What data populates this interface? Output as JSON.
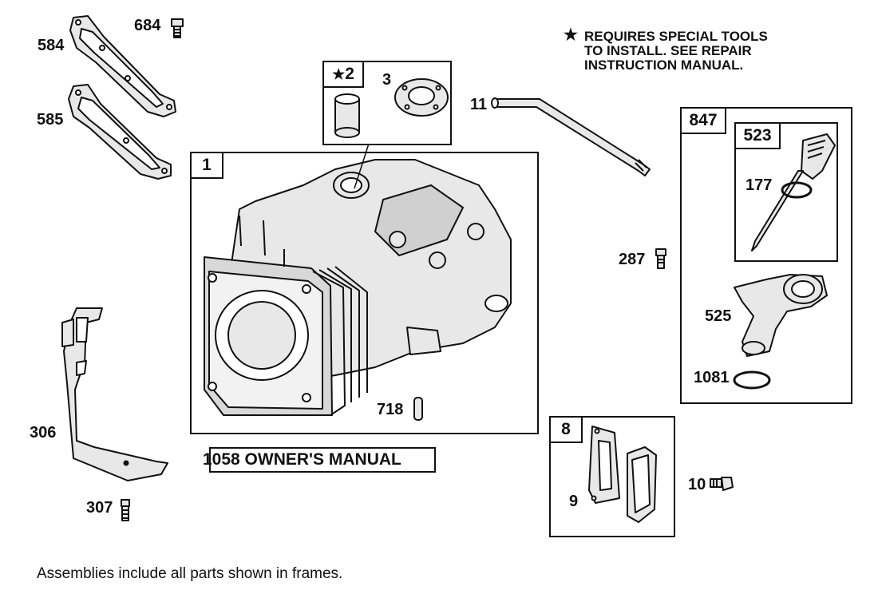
{
  "note": {
    "star": "★",
    "lines": [
      "REQUIRES SPECIAL TOOLS",
      "TO INSTALL.  SEE REPAIR",
      "INSTRUCTION MANUAL."
    ]
  },
  "frames": {
    "f1": "1",
    "f2": "2",
    "f2_star": "★",
    "f847": "847",
    "f523": "523",
    "f8": "8"
  },
  "parts": {
    "p584": "584",
    "p684": "684",
    "p585": "585",
    "p3": "3",
    "p11": "11",
    "p177": "177",
    "p287": "287",
    "p525": "525",
    "p1081": "1081",
    "p718": "718",
    "p306": "306",
    "p307": "307",
    "p9": "9",
    "p10": "10"
  },
  "manual": "1058 OWNER'S MANUAL",
  "footer": "Assemblies include all parts shown in frames."
}
